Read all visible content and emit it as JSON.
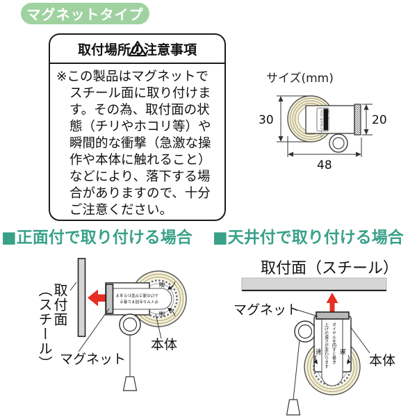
{
  "badge": {
    "label": "マグネットタイプ"
  },
  "warning_box": {
    "title": "取付場所の注意事項",
    "lines": [
      "※この製品はマグネットで",
      "スチール面に取り付けま",
      "す。その為、取付面の状",
      "態（チリやホコリ等）や",
      "瞬間的な衝撃（急激な操",
      "作や本体に触れること）",
      "などにより、落下する場",
      "合がありますので、十分",
      "ご注意ください。"
    ]
  },
  "size_diagram": {
    "title": "サイズ(mm)",
    "dim_height": "30",
    "dim_depth": "20",
    "dim_width": "48",
    "product_label_jp": "スリムスクリーン",
    "product_label_en": "Slim Screen"
  },
  "device": {
    "dial_note1": "ダイヤルを回すと巻き",
    "dial_note2": "上げの速さが変わります",
    "fast": "速",
    "slow": "遅"
  },
  "front_section": {
    "heading": "■正面付で取り付ける場合",
    "surface_line1": "取付面",
    "surface_line2": "（スチール）",
    "magnet_label": "マグネット",
    "body_label": "本体"
  },
  "ceiling_section": {
    "heading": "■天井付で取り付ける場合",
    "surface_label": "取付面（スチール）",
    "magnet_label": "マグネット",
    "body_label": "本体"
  },
  "colors": {
    "badge_green": "#9fd2a0",
    "heading_green": "#39a188",
    "arrow_red": "#e62e22",
    "roll_cream": "#f3efdb",
    "steel_gray": "#d6d6d6"
  }
}
